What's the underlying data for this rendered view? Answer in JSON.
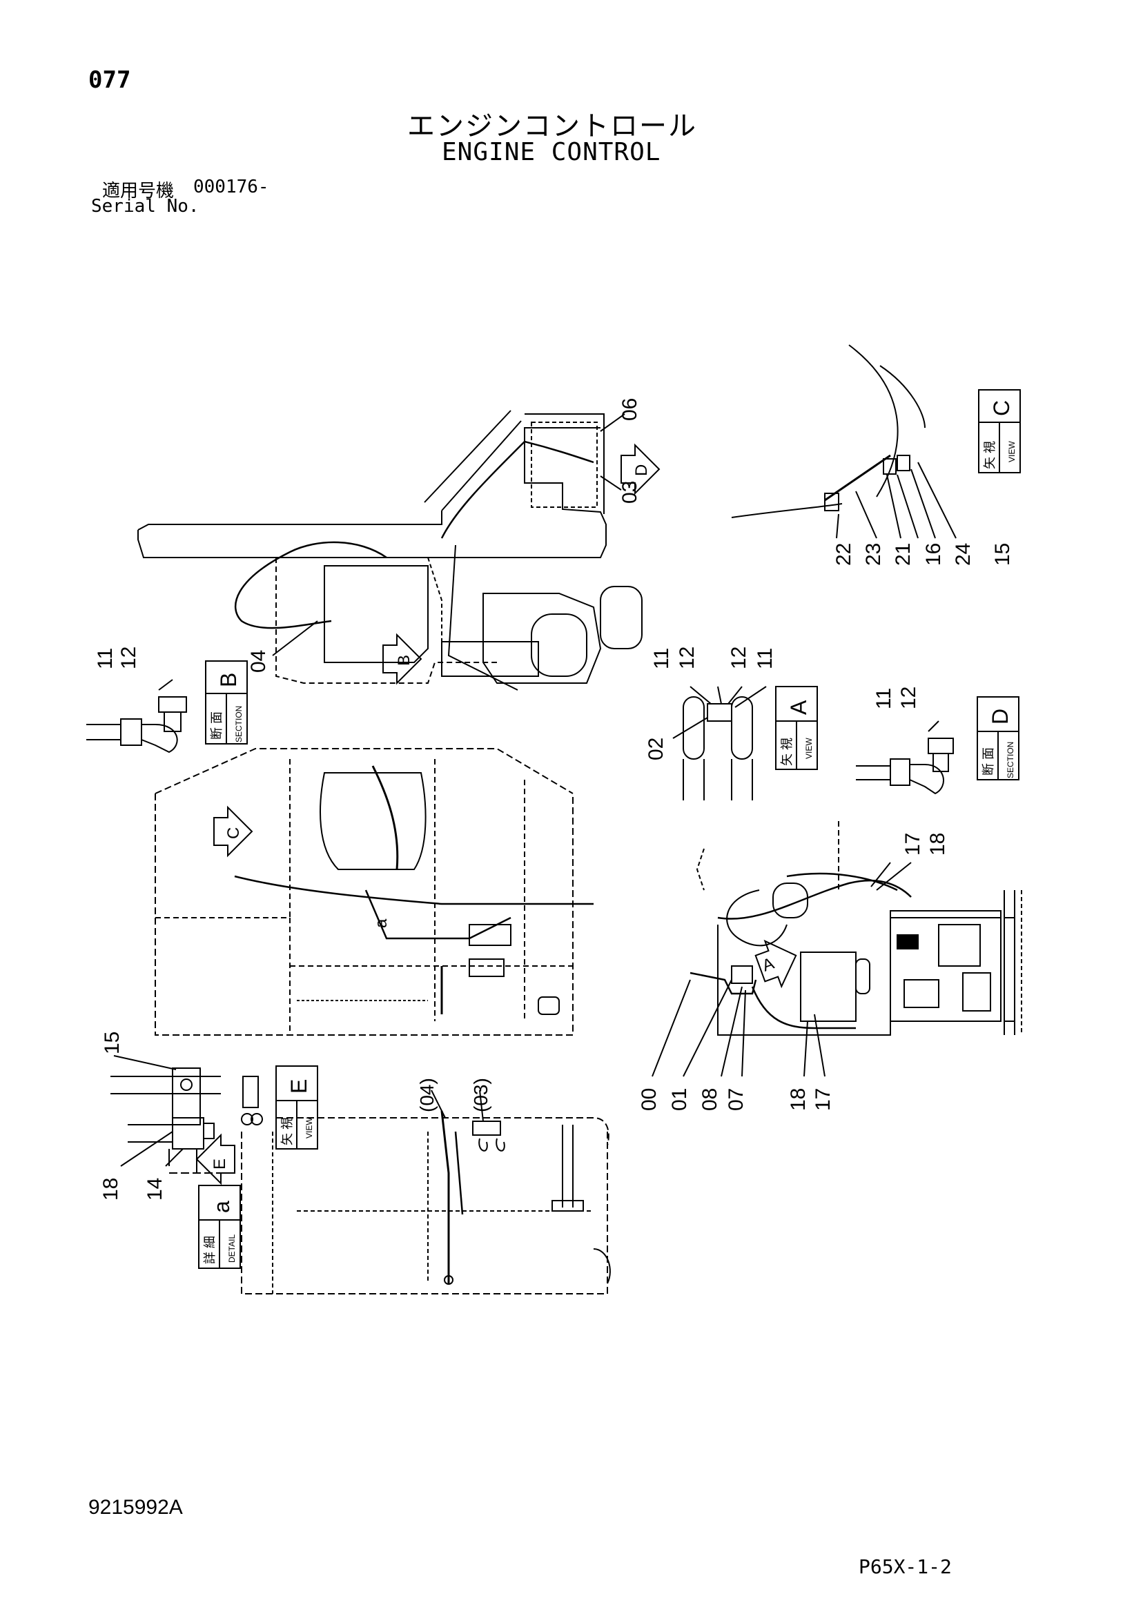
{
  "header": {
    "page_number": "077",
    "title_jp": "エンジンコントロール",
    "title_en": "ENGINE CONTROL",
    "serial_label_jp": "適用号機",
    "serial_value": "000176-",
    "serial_label_en": "Serial No."
  },
  "footer": {
    "drawing_number": "9215992A",
    "page_code": "P65X-1-2"
  },
  "views": {
    "B": {
      "letter": "B",
      "jp": "断 面",
      "en": "SECTION"
    },
    "A": {
      "letter": "A",
      "jp": "矢 視",
      "en": "VIEW"
    },
    "C": {
      "letter": "C",
      "jp": "矢 視",
      "en": "VIEW"
    },
    "D": {
      "letter": "D",
      "jp": "断 面",
      "en": "SECTION"
    },
    "E": {
      "letter": "E",
      "jp": "矢 視",
      "en": "VIEW"
    },
    "a": {
      "letter": "a",
      "jp": "詳 細",
      "en": "DETAIL"
    }
  },
  "callouts": {
    "top": {
      "p06": "06",
      "p03": "03",
      "p04": "04"
    },
    "arrows": {
      "B": "B",
      "C": "C",
      "D": "D",
      "E": "E",
      "A": "A",
      "a": "a"
    },
    "view_c": {
      "p22": "22",
      "p23": "23",
      "p21": "21",
      "p16": "16",
      "p24": "24",
      "p15": "15"
    },
    "section_b": {
      "p11": "11",
      "p12": "12"
    },
    "view_a": {
      "p11a": "11",
      "p12a": "12",
      "p12b": "12",
      "p11b": "11",
      "p02": "02"
    },
    "section_d": {
      "p11": "11",
      "p12": "12"
    },
    "right": {
      "p17": "17",
      "p18": "18",
      "p00": "00",
      "p01": "01",
      "p08": "08",
      "p07": "07",
      "p18b": "18",
      "p17b": "17"
    },
    "view_e": {
      "p15": "15",
      "p18": "18",
      "p14": "14"
    },
    "bottom": {
      "p04": "(04)",
      "p03": "(03)"
    }
  }
}
